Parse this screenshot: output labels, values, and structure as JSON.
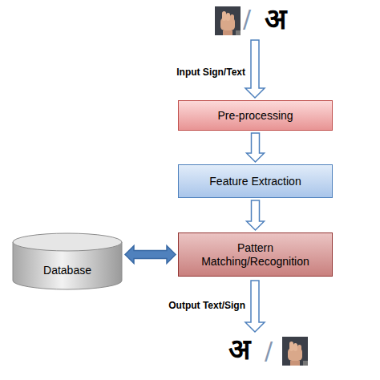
{
  "diagram": {
    "nodes": [
      {
        "text": [
          "Pre-processing"
        ]
      },
      {
        "text": [
          "Feature Extraction"
        ]
      },
      {
        "text": [
          "Database"
        ]
      },
      {
        "text": [
          "Pattern Matching/Recognition"
        ]
      }
    ],
    "edges": [
      {
        "from": 0,
        "to": 1,
        "arrow": "to"
      },
      {
        "from": 1,
        "to": 3,
        "arrow": "to"
      },
      {
        "from": 2,
        "to": 3,
        "arrow": "both"
      }
    ],
    "labels": [
      "/",
      "अ",
      "Input Sign/Text",
      "Output Text/Sign",
      "अ",
      "/"
    ]
  }
}
